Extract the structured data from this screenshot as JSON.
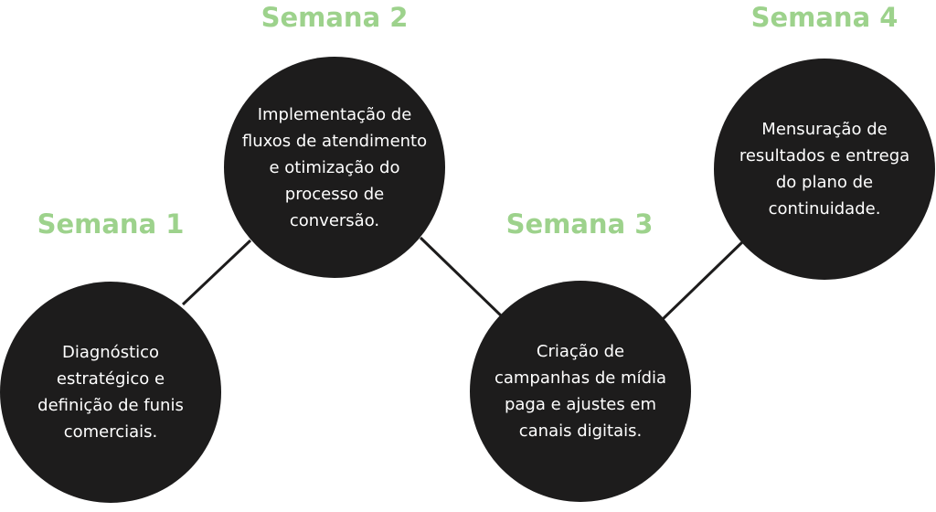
{
  "accent_color": "#9dd28c",
  "steps": [
    {
      "label": "Semana 1",
      "text": "Diagnóstico estratégico e definição de funis comerciais."
    },
    {
      "label": "Semana 2",
      "text": "Implementação de fluxos de atendimento e otimização do processo de conversão."
    },
    {
      "label": "Semana 3",
      "text": "Criação de campanhas de mídia paga e ajustes em canais digitais."
    },
    {
      "label": "Semana 4",
      "text": "Mensuração de resultados e entrega do plano de continuidade."
    }
  ]
}
